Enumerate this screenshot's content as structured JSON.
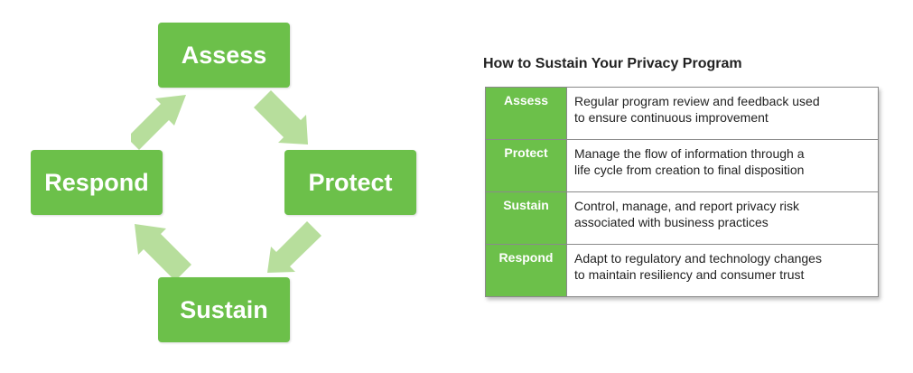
{
  "cycle": {
    "nodes": {
      "assess": "Assess",
      "protect": "Protect",
      "sustain": "Sustain",
      "respond": "Respond"
    },
    "arrow_color": "#b7de9c",
    "node_color": "#6cc04a"
  },
  "panel": {
    "title": "How to Sustain Your Privacy Program",
    "rows": [
      {
        "step": "Assess",
        "line1": "Regular program review and feedback used",
        "line2": "to ensure continuous improvement"
      },
      {
        "step": "Protect",
        "line1": "Manage the flow of information through a",
        "line2": "life cycle from creation to final disposition"
      },
      {
        "step": "Sustain",
        "line1": "Control, manage, and report privacy risk",
        "line2": "associated with business practices"
      },
      {
        "step": "Respond",
        "line1": "Adapt to regulatory and technology changes",
        "line2": "to maintain resiliency and consumer trust"
      }
    ]
  }
}
